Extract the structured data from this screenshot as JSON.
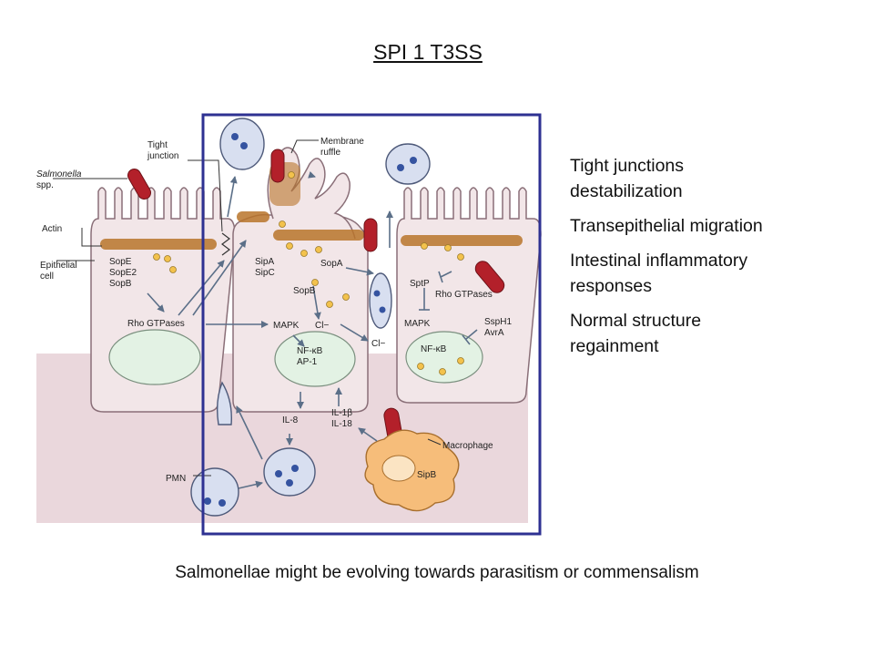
{
  "title": "SPI 1  T3SS",
  "notes": [
    [
      "Tight junctions",
      "destabilization"
    ],
    [
      "Transepithelial migration"
    ],
    [
      "Intestinal inflammatory",
      "responses"
    ],
    [
      "Normal structure",
      "regainment"
    ]
  ],
  "caption": "Salmonellae might be evolving towards parasitism or commensalism",
  "labels": {
    "tight_junction": [
      "Tight",
      "junction"
    ],
    "salmonella": [
      "Salmonella",
      "spp."
    ],
    "actin": "Actin",
    "epithelial_cell": [
      "Epithelial",
      "cell"
    ],
    "membrane_ruffle": [
      "Membrane",
      "ruffle"
    ],
    "sop_left": [
      "SopE",
      "SopE2",
      "SopB"
    ],
    "rho_gtpases_left": "Rho GTPases",
    "sip_mid": [
      "SipA",
      "SipC"
    ],
    "sopa": "SopA",
    "sopb": "SopB",
    "mapk_mid": "MAPK",
    "cl_mid": "Cl−",
    "cl_right": "Cl−",
    "nfkb_mid": [
      "NF-κB",
      "AP-1"
    ],
    "sptp": "SptP",
    "rho_gtpases_right": "Rho GTPases",
    "mapk_right": "MAPK",
    "ssph1": [
      "SspH1",
      "AvrA"
    ],
    "nfkb_right": "NF-κB",
    "il8": "IL-8",
    "il1": [
      "IL-1β",
      "IL-18"
    ],
    "macrophage": "Macrophage",
    "sipb": "SipB",
    "pmn": "PMN"
  },
  "colors": {
    "frame": "#2e3192",
    "tissue": "#ead7dc",
    "cell_fill": "#f2e6e8",
    "cell_stroke": "#8a6f78",
    "nucleus": "#e3f2e4",
    "actin": "#b9742a",
    "bacterium": "#b3202a",
    "effector": "#f3c24c",
    "neutrophil": "#d8dff0",
    "macrophage": "#f6bd7a"
  }
}
